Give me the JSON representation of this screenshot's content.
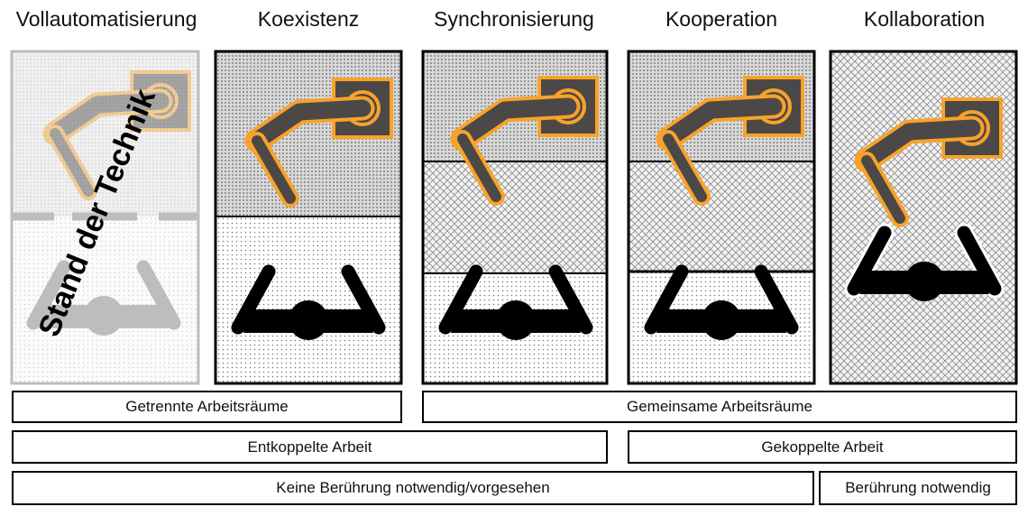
{
  "columns": [
    {
      "title": "Vollautomatisierung"
    },
    {
      "title": "Koexistenz"
    },
    {
      "title": "Synchronisierung"
    },
    {
      "title": "Kooperation"
    },
    {
      "title": "Kollaboration"
    }
  ],
  "overlay": {
    "text": "Stand der Technik"
  },
  "bands": {
    "getrennte": "Getrennte Arbeitsräume",
    "gemeinsame": "Gemeinsame Arbeitsräume",
    "entkoppelte": "Entkoppelte Arbeit",
    "gekoppelte": "Gekoppelte Arbeit",
    "keine_beruehrung": "Keine Berührung notwendig/vorgesehen",
    "beruehrung": "Berührung notwendig"
  },
  "colors": {
    "robot_outline": "#f7a32a",
    "robot_body": "#4d4848",
    "human": "#000000",
    "faded": "#bdbdbd"
  }
}
